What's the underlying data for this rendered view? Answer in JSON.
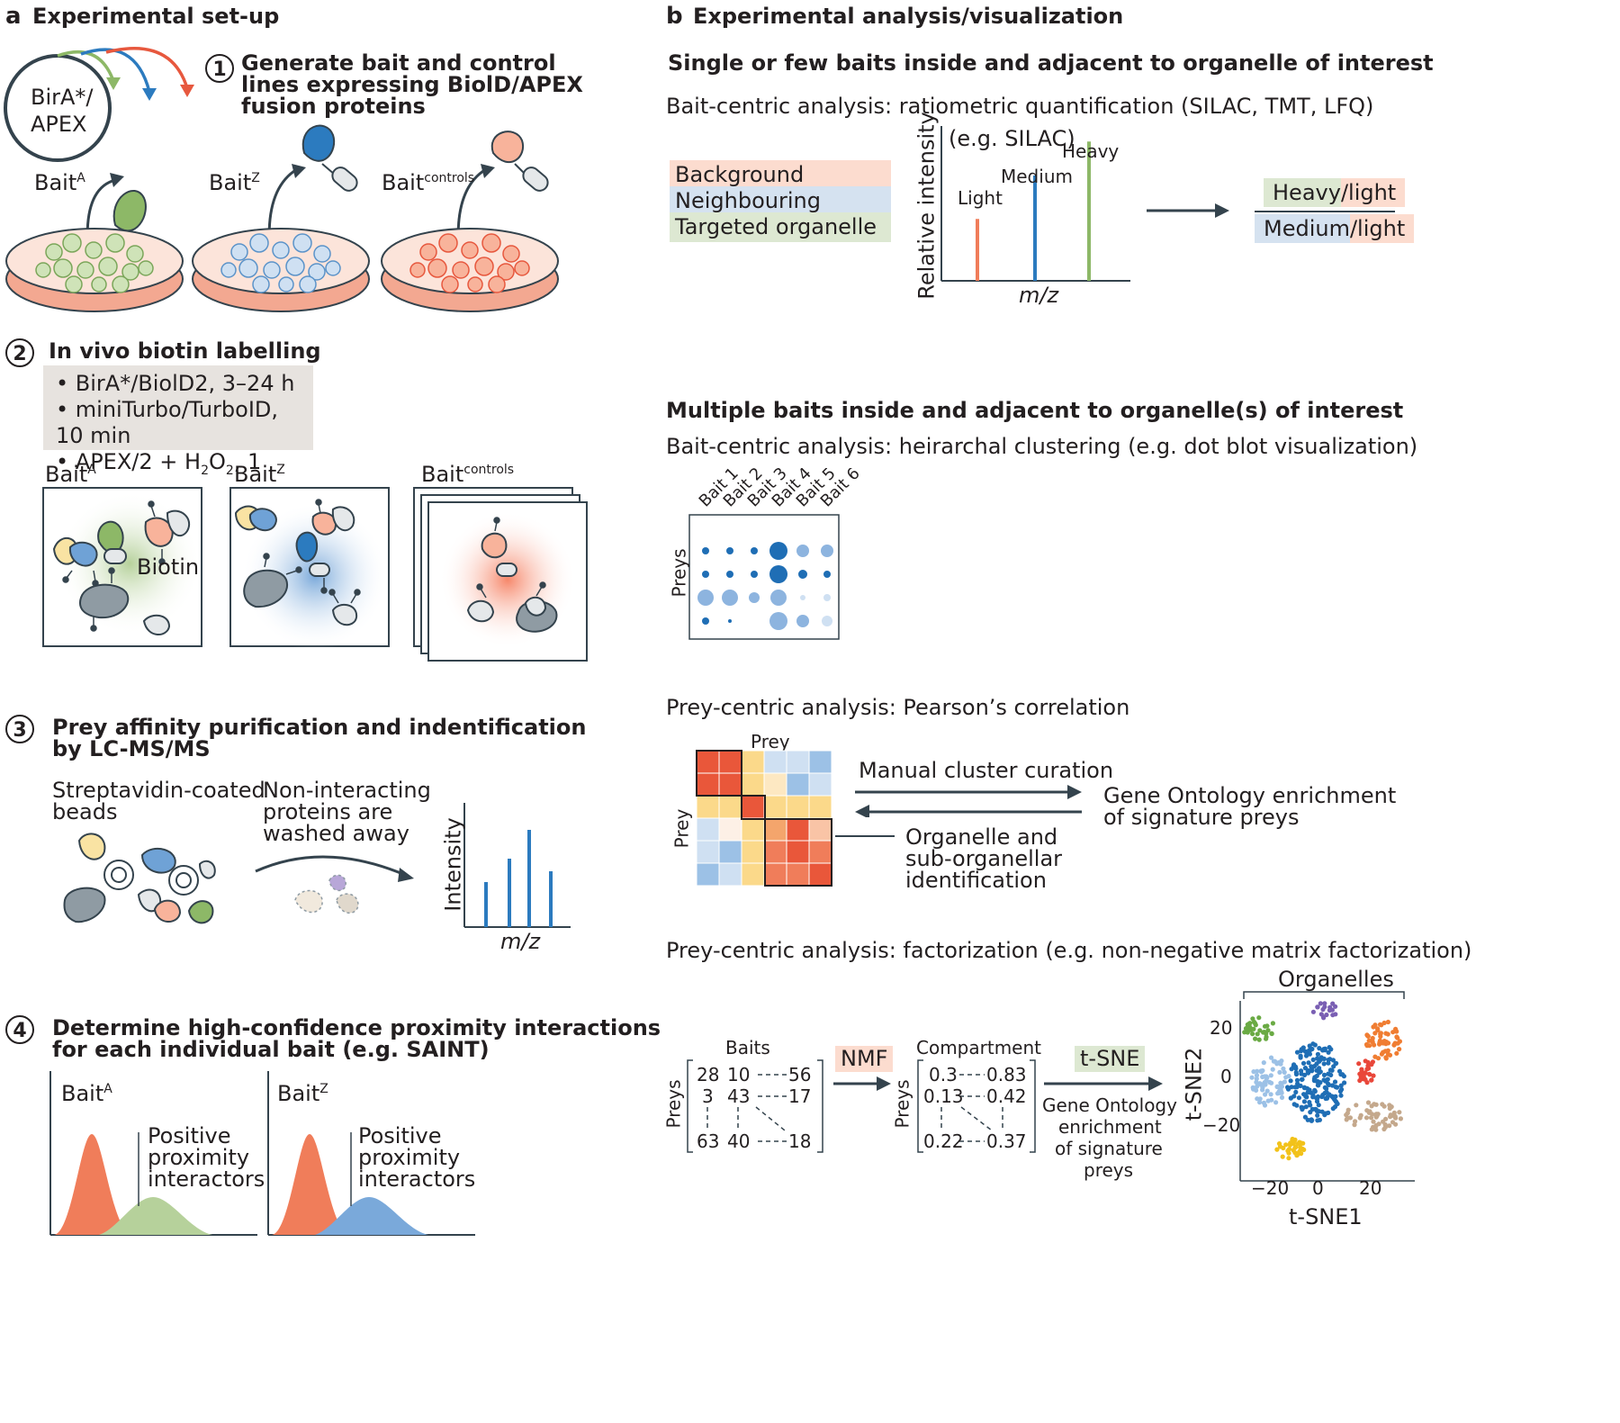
{
  "panel_a": {
    "letter": "a",
    "title": "Experimental set-up",
    "plasmid": {
      "line1": "BirA*/",
      "line2": "APEX"
    },
    "step1": {
      "num": "1",
      "title_lines": [
        "Generate bait and control",
        "lines expressing BiolD/APEX",
        "fusion proteins"
      ],
      "bait_a": "Bait",
      "bait_a_sup": "A",
      "bait_z": "Bait",
      "bait_z_sup": "Z",
      "bait_c": "Bait",
      "bait_c_sup": "controls"
    },
    "step2": {
      "num": "2",
      "title": "In vivo biotin labelling",
      "conditions": [
        "• BirA*/BiolD2, 3–24 h",
        "• miniTurbo/TurboID, 10 min"
      ],
      "apex_main": "• APEX/2 + H",
      "apex_sub": "2",
      "apex_o": "O",
      "apex_sub2": "2",
      "apex_rest": ", 1 min",
      "bait_a": "Bait",
      "bait_a_sup": "A",
      "bait_z": "Bait",
      "bait_z_sup": "Z",
      "bait_c": "Bait",
      "bait_c_sup": "controls",
      "biotin_label": "Biotin"
    },
    "step3": {
      "num": "3",
      "title_lines": [
        "Prey affinity purification and indentification",
        "by LC-MS/MS"
      ],
      "beads_lines": [
        "Streptavidin-coated",
        "beads"
      ],
      "wash_lines": [
        "Non-interacting",
        "proteins are",
        "washed away"
      ],
      "ylabel": "Intensity",
      "xlabel": "m/z"
    },
    "step4": {
      "num": "4",
      "title_lines": [
        "Determine high-confidence proximity interactions",
        "for each individual bait (e.g. SAINT)"
      ],
      "bait_a": "Bait",
      "bait_a_sup": "A",
      "bait_z": "Bait",
      "bait_z_sup": "Z",
      "positive_lines": [
        "Positive",
        "proximity",
        "interactors"
      ]
    }
  },
  "panel_b": {
    "letter": "b",
    "title": "Experimental analysis/visualization",
    "section1": {
      "heading": "Single or few baits inside and adjacent to organelle of interest",
      "sub": "Bait-centric analysis: ratiometric quantification (SILAC, TMT, LFQ)",
      "legend": [
        "Background",
        "Neighbouring organelle",
        "Targeted organelle"
      ],
      "ylabel": "Relative intensity",
      "xlabel": "m/z",
      "example": "(e.g. SILAC)",
      "peaks": [
        {
          "label": "Light",
          "color": "#f07d5a",
          "height": 0.4
        },
        {
          "label": "Medium",
          "color": "#2c7bbf",
          "height": 0.68
        },
        {
          "label": "Heavy",
          "color": "#8db867",
          "height": 0.9
        }
      ],
      "ratio_top": {
        "a": "Heavy",
        "b": "/light"
      },
      "ratio_bottom": {
        "a": "Medium",
        "b": "/light"
      }
    },
    "section2": {
      "heading": "Multiple baits inside and adjacent to organelle(s) of interest",
      "sub": "Bait-centric analysis: heirarchal clustering (e.g. dot blot visualization)",
      "baits": [
        "Bait 1",
        "Bait 2",
        "Bait 3",
        "Bait 4",
        "Bait 5",
        "Bait 6"
      ],
      "preys_label": "Preys"
    },
    "section3": {
      "sub": "Prey-centric analysis: Pearson’s correlation",
      "prey_top": "Prey",
      "prey_left": "Prey",
      "arrow1": "Manual cluster curation",
      "go_lines": [
        "Gene Ontology enrichment",
        "of signature preys"
      ],
      "org_lines": [
        "Organelle and",
        "sub-organellar",
        "identification"
      ]
    },
    "section4": {
      "sub": "Prey-centric analysis: factorization (e.g. non-negative matrix factorization)",
      "baits_label": "Baits",
      "preys_label": "Preys",
      "matrix1": [
        [
          "28",
          "10",
          "56"
        ],
        [
          "3",
          "43",
          "17"
        ],
        [
          "63",
          "40",
          "18"
        ]
      ],
      "nmf": "NMF",
      "compartment_label": "Compartment",
      "matrix2": [
        [
          "0.3",
          "0.83"
        ],
        [
          "0.13",
          "0.42"
        ],
        [
          "0.22",
          "0.37"
        ]
      ],
      "tsne_box": "t-SNE",
      "go_lines": [
        "Gene Ontology",
        "enrichment",
        "of signature",
        "preys"
      ],
      "organelles": "Organelles",
      "xlabel": "t-SNE1",
      "ylabel": "t-SNE2",
      "xticks": [
        "−20",
        "0",
        "20"
      ],
      "yticks": [
        "20",
        "0",
        "−20"
      ]
    }
  },
  "colors": {
    "green": "#8db867",
    "blue": "#2c7bbf",
    "orange": "#f07d5a",
    "dark": "#34434d"
  }
}
